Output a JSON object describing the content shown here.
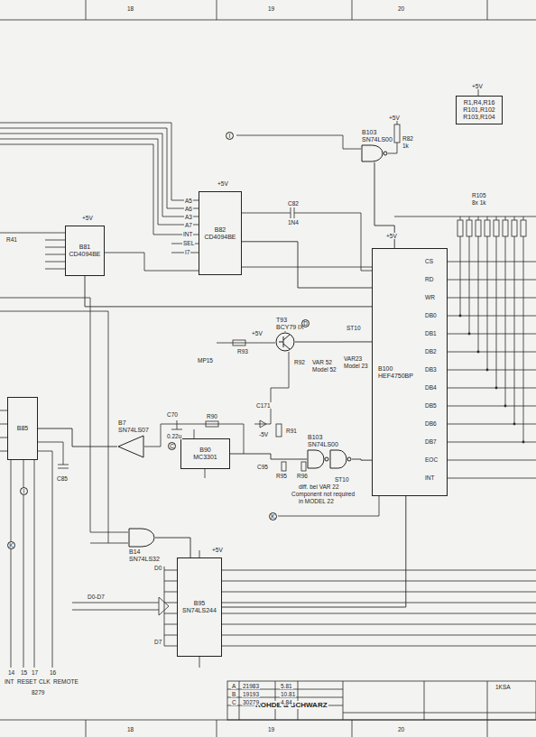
{
  "diagram": {
    "nodes": [
      {
        "text": [
          "R1,R4,R16 R101,R102 R103,R104"
        ]
      },
      {
        "text": [
          "B81",
          "CD4094BE"
        ]
      },
      {
        "text": [
          "B82",
          "CD4094BE"
        ]
      },
      {
        "text": [
          "B100",
          "HEF4750BP"
        ]
      },
      {
        "text": [
          "B85"
        ]
      },
      {
        "text": [
          "B7",
          "SN74LS07"
        ]
      },
      {
        "text": [
          "B14",
          "SN74LS32"
        ]
      },
      {
        "text": [
          "B90",
          "MC3301"
        ]
      },
      {
        "text": [
          "B103",
          "SN74LS00"
        ]
      },
      {
        "text": [
          "B103",
          "SN74LS00"
        ]
      },
      {
        "text": [
          "B95",
          "SN74LS244"
        ]
      },
      {
        "text": [
          "T93",
          "BCY79 IX"
        ]
      }
    ],
    "edges": [
      {
        "from": 2,
        "to": 3,
        "arrow": "none"
      },
      {
        "from": 1,
        "to": 3,
        "arrow": "none"
      },
      {
        "from": 9,
        "to": 3,
        "arrow": "none"
      },
      {
        "from": 7,
        "to": 8,
        "arrow": "none"
      },
      {
        "from": 8,
        "to": 3,
        "arrow": "none"
      },
      {
        "from": 5,
        "to": 4,
        "arrow": "none"
      },
      {
        "from": 6,
        "to": 10,
        "arrow": "none"
      },
      {
        "from": 11,
        "to": 3,
        "arrow": "none"
      },
      {
        "from": 10,
        "to": 3,
        "arrow": "none"
      }
    ],
    "labels": [
      "+5V",
      "+5V",
      "R82",
      "1k",
      "+5V",
      "R105",
      "8x 1k",
      "+5V",
      "+5V",
      "A5",
      "A6",
      "A3",
      "A7",
      "INT",
      "SEL",
      "I7",
      "C82",
      "1N4",
      "R41",
      "ST10",
      "VAR 52",
      "Model 52",
      "VAR23",
      "Model 23",
      "+5V",
      "R93",
      "MP15",
      "R92",
      "C70",
      "0.22u",
      "R90",
      "C171",
      "-5V",
      "R91",
      "C95",
      "R95",
      "R96",
      "ST10",
      "diff. bei VAR 22",
      "Component not required",
      "in MODEL 22",
      "I",
      "D",
      "C",
      "K",
      "I",
      "K",
      "D0-D7",
      "D0",
      "D7",
      "+5V",
      "C85",
      "14",
      "15",
      "17",
      "16",
      "INT",
      "RESET",
      "CLK",
      "REMOTE",
      "8279",
      "ROHDE & SCHWARZ",
      "A",
      "B",
      "C",
      "21983",
      "19193",
      "30279",
      "5.81",
      "10.81",
      "4.84",
      "18",
      "19",
      "20",
      "18",
      "19",
      "20",
      "1KSA",
      "CS",
      "RD",
      "WR",
      "DB0",
      "DB1",
      "DB2",
      "DB3",
      "DB4",
      "DB5",
      "DB6",
      "DB7",
      "EOC",
      "INT"
    ]
  }
}
